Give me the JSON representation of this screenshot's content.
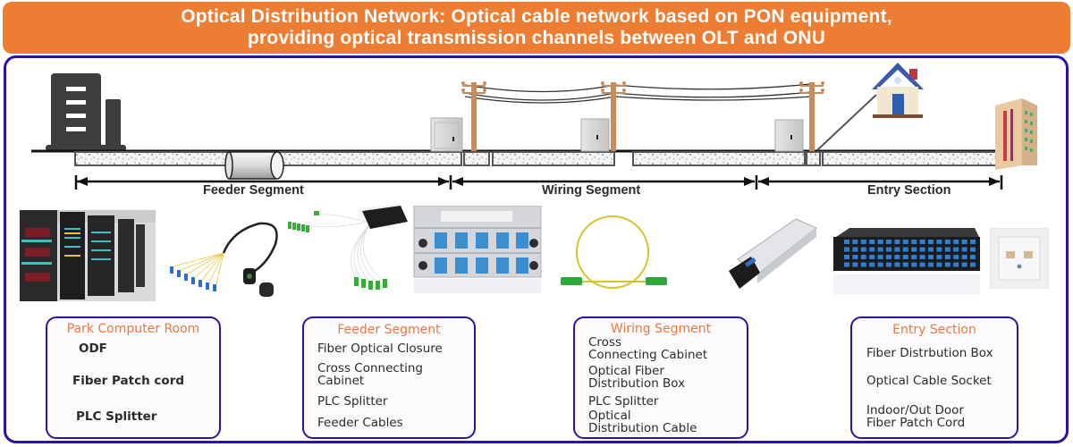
{
  "header": {
    "title_line1": "Optical Distribution Network: Optical cable network based on PON equipment,",
    "title_line2": "providing optical transmission channels between OLT and ONU"
  },
  "colors": {
    "title_bg": "#ee7d34",
    "frame_border": "#2a14a0",
    "card_title": "#e8793d",
    "pole": "#c98b5a"
  },
  "segments": [
    {
      "label": "Feeder Segment"
    },
    {
      "label": "Wiring Segment"
    },
    {
      "label": "Entry Section"
    }
  ],
  "scene_icons": [
    "office-building-icon",
    "cable-joint-icon",
    "street-cabinet-icon",
    "utility-pole-icon",
    "house-icon",
    "apartment-building-icon"
  ],
  "photos": [
    {
      "name": "server-room-photo"
    },
    {
      "name": "fiber-patch-cord-photo"
    },
    {
      "name": "plc-splitter-photo"
    },
    {
      "name": "cassette-splitter-photo"
    },
    {
      "name": "fiber-jumper-photo"
    },
    {
      "name": "sfp-module-photo"
    },
    {
      "name": "odf-rack-photo"
    },
    {
      "name": "wall-socket-photo"
    }
  ],
  "cards": [
    {
      "title": "Park Computer Room",
      "items": [
        "ODF",
        "Fiber Patch cord",
        "PLC Splitter"
      ]
    },
    {
      "title": "Feeder Segment",
      "items": [
        "Fiber Optical Closure",
        "Cross Connecting\nCabinet",
        "PLC Splitter",
        "Feeder Cables"
      ]
    },
    {
      "title": "Wiring Segment",
      "items": [
        "Cross\nConnecting Cabinet",
        "Optical Fiber\nDistribution Box",
        "PLC Splitter",
        "Optical\nDistribution Cable"
      ]
    },
    {
      "title": "Entry Section",
      "items": [
        "Fiber Distrbution Box",
        "Optical Cable Socket",
        "Indoor/Out Door\nFiber Patch Cord"
      ]
    }
  ]
}
